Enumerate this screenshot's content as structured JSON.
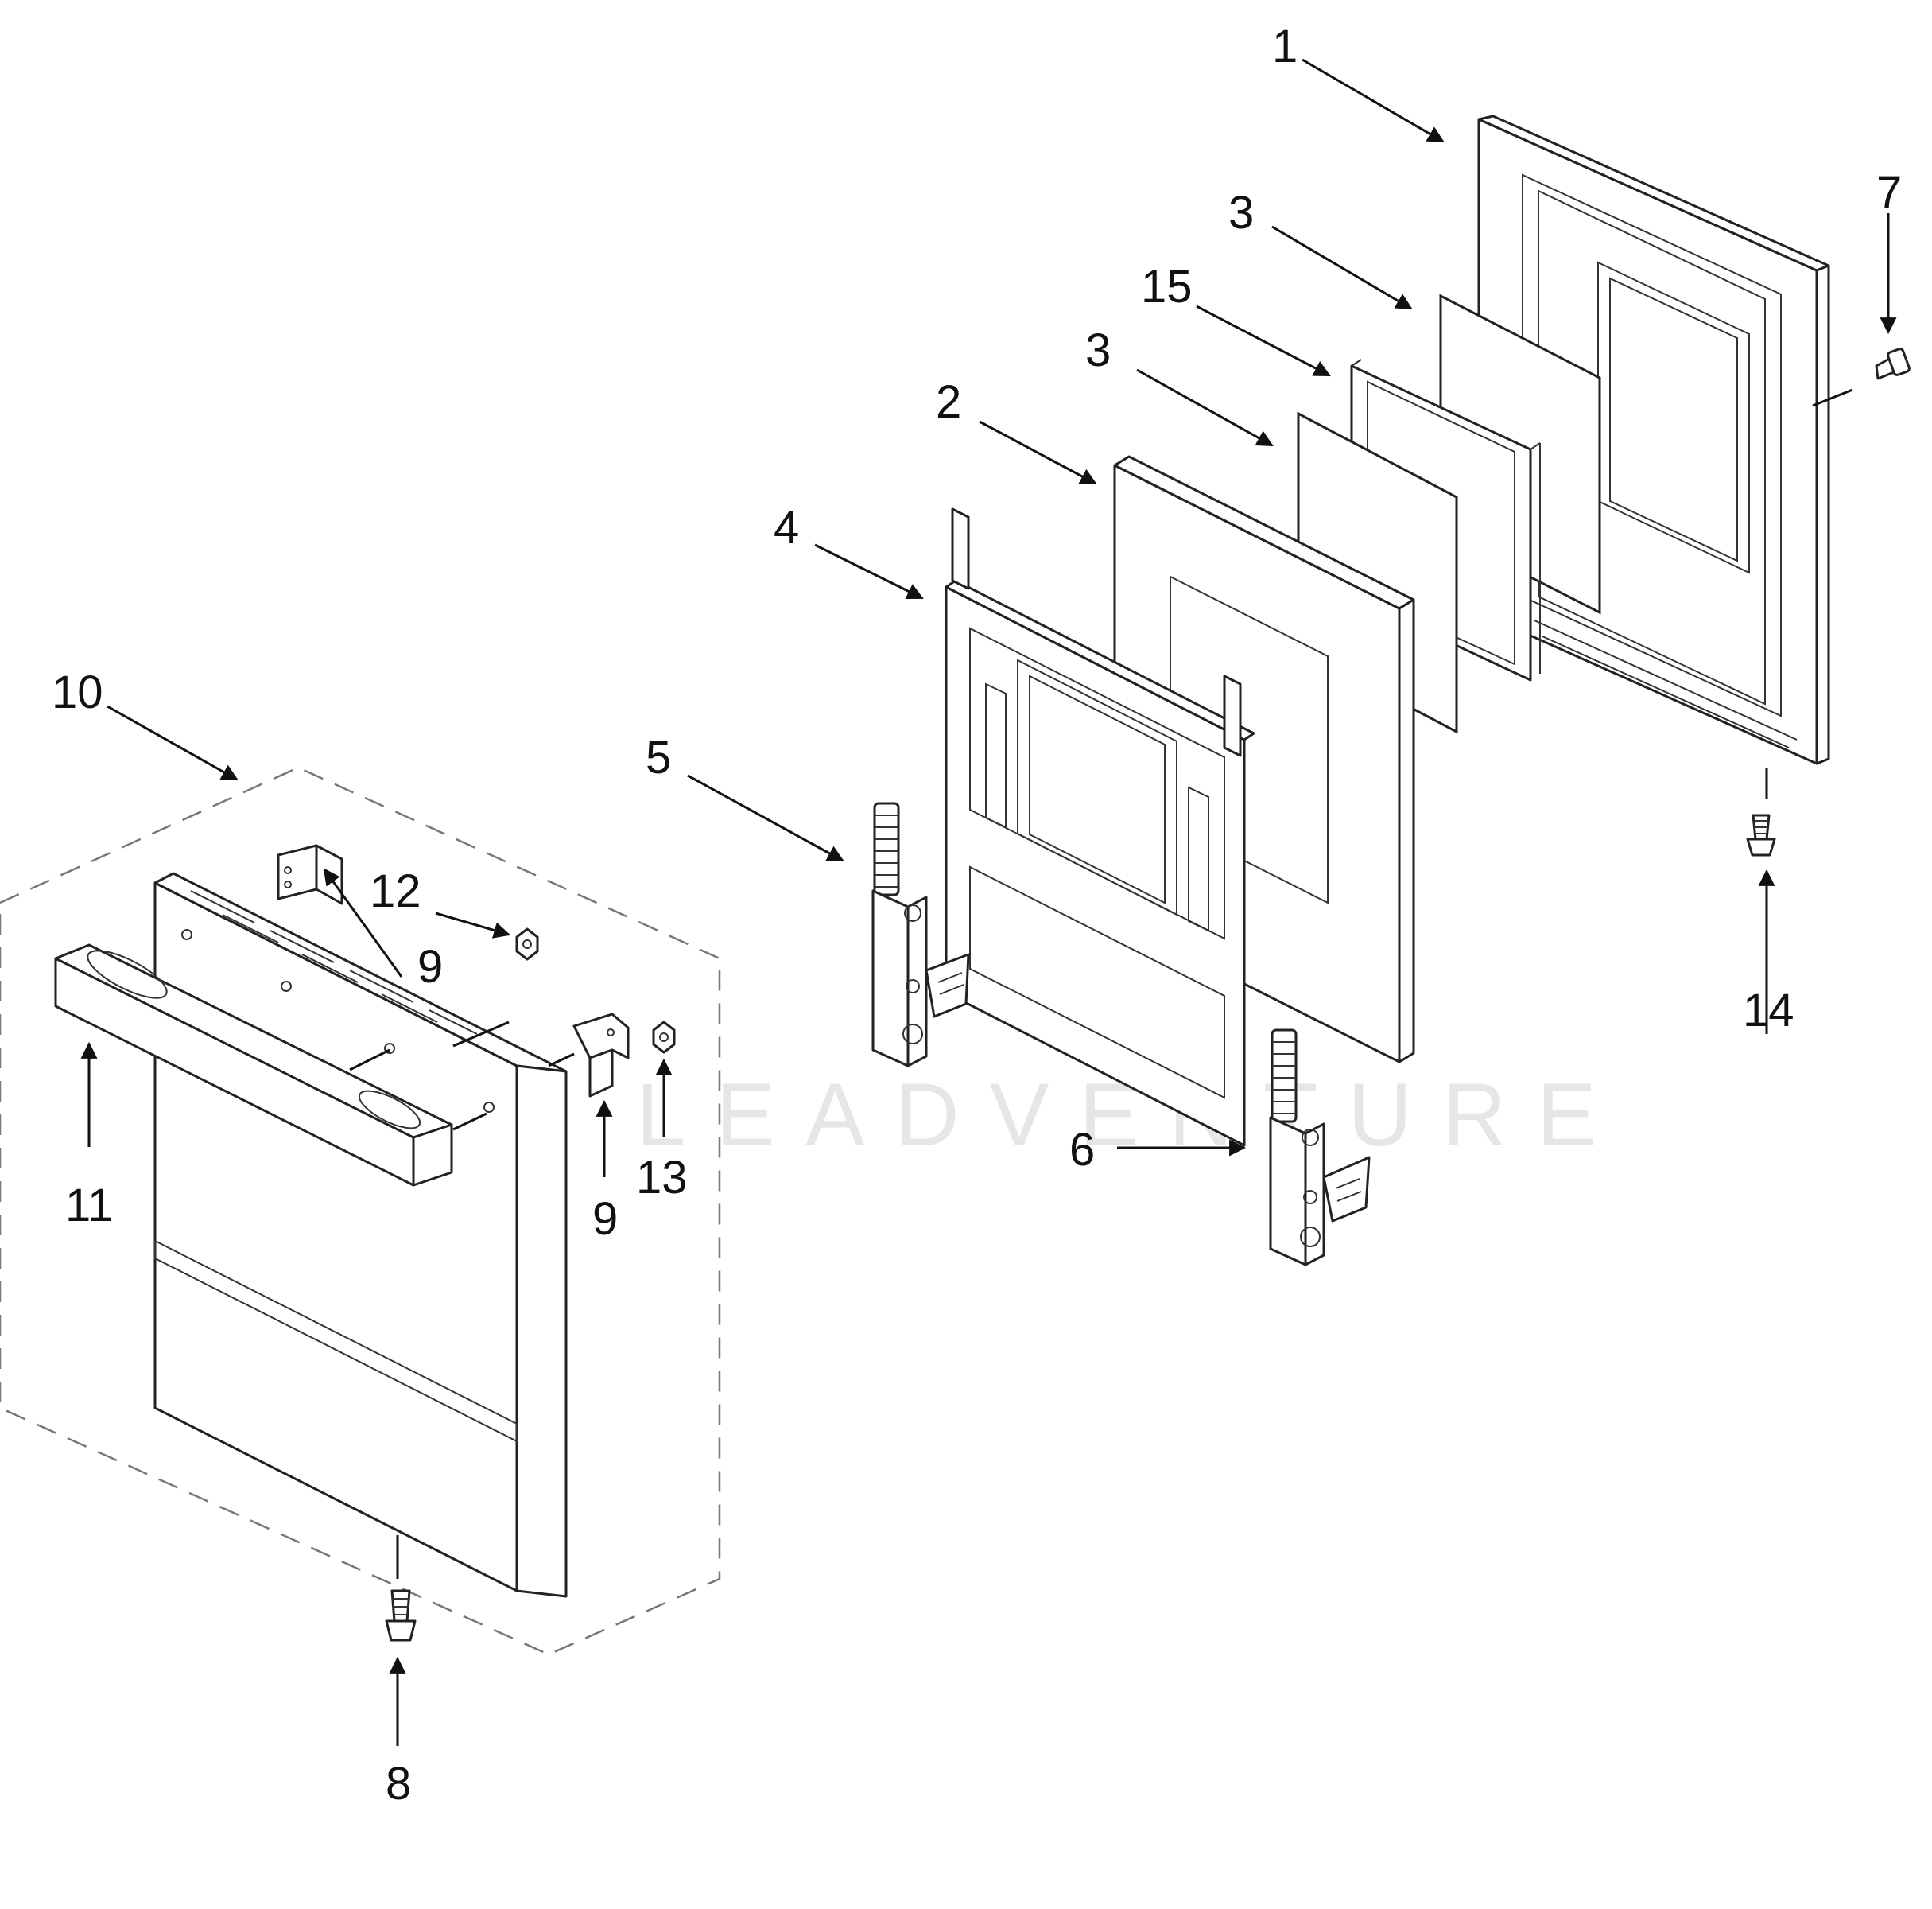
{
  "watermark": "LEADVENTURE",
  "callouts": [
    {
      "id": "c1",
      "label": "1"
    },
    {
      "id": "c2",
      "label": "2"
    },
    {
      "id": "c3a",
      "label": "3"
    },
    {
      "id": "c3b",
      "label": "3"
    },
    {
      "id": "c4",
      "label": "4"
    },
    {
      "id": "c5",
      "label": "5"
    },
    {
      "id": "c6",
      "label": "6"
    },
    {
      "id": "c7",
      "label": "7"
    },
    {
      "id": "c8",
      "label": "8"
    },
    {
      "id": "c9a",
      "label": "9"
    },
    {
      "id": "c9b",
      "label": "9"
    },
    {
      "id": "c10",
      "label": "10"
    },
    {
      "id": "c11",
      "label": "11"
    },
    {
      "id": "c12",
      "label": "12"
    },
    {
      "id": "c13",
      "label": "13"
    },
    {
      "id": "c14",
      "label": "14"
    },
    {
      "id": "c15",
      "label": "15"
    }
  ],
  "parts": {
    "inner_door_panel": "part-1",
    "insulation_pad": "part-2",
    "door_glass": "part-3",
    "door_frame": "part-4",
    "hinge_left": "part-5",
    "hinge_right": "part-6",
    "screw_top": "part-7",
    "screw_bottom_outer": "part-8",
    "bracket": "part-9",
    "outer_door_assembly": "part-10",
    "door_handle": "part-11",
    "handle_clip": "part-12",
    "nut": "part-13",
    "screw_bottom_inner": "part-14",
    "glass_pack": "part-15"
  }
}
